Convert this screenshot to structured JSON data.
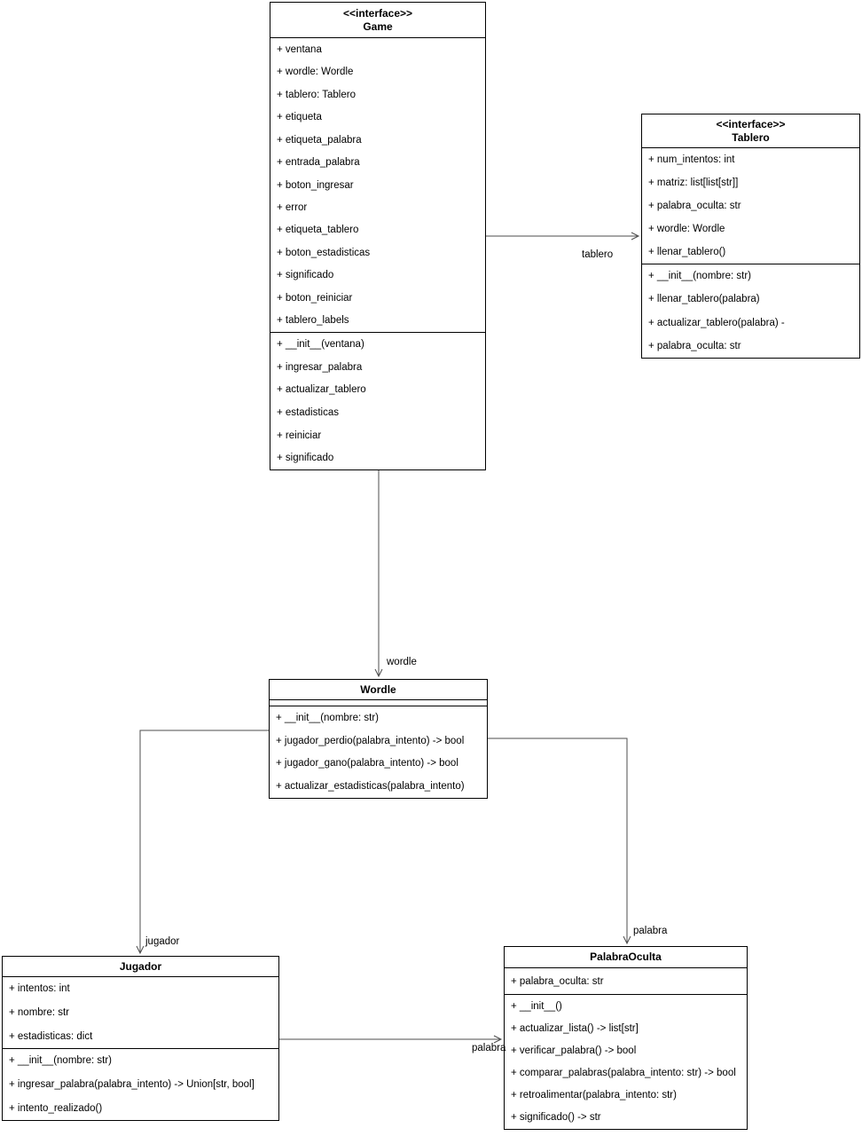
{
  "diagram_type": "uml-class-diagram",
  "classes": {
    "game": {
      "stereotype": "<<interface>>",
      "name": "Game",
      "attributes": [
        "+ ventana",
        "+ wordle: Wordle",
        "+ tablero: Tablero",
        "+ etiqueta",
        "+ etiqueta_palabra",
        "+ entrada_palabra",
        "+ boton_ingresar",
        "+ error",
        "+ etiqueta_tablero",
        "+ boton_estadisticas",
        "+ significado",
        "+ boton_reiniciar",
        "+ tablero_labels"
      ],
      "methods": [
        "+ __init__(ventana)",
        "+ ingresar_palabra",
        "+ actualizar_tablero",
        "+ estadisticas",
        "+ reiniciar",
        "+ significado"
      ]
    },
    "tablero": {
      "stereotype": "<<interface>>",
      "name": "Tablero",
      "attributes": [
        "+ num_intentos: int",
        "+ matriz: list[list[str]]",
        "+ palabra_oculta: str",
        "+ wordle: Wordle",
        "+ llenar_tablero()"
      ],
      "methods": [
        "+ __init__(nombre: str)",
        "+ llenar_tablero(palabra)",
        "+ actualizar_tablero(palabra) -",
        "+ palabra_oculta: str"
      ]
    },
    "wordle": {
      "name": "Wordle",
      "methods": [
        "+ __init__(nombre: str)",
        "+ jugador_perdio(palabra_intento) -> bool",
        "+ jugador_gano(palabra_intento) -> bool",
        "+ actualizar_estadisticas(palabra_intento)"
      ]
    },
    "jugador": {
      "name": "Jugador",
      "attributes": [
        "+ intentos: int",
        "+ nombre: str",
        "+ estadisticas: dict"
      ],
      "methods": [
        "+ __init__(nombre: str)",
        "+ ingresar_palabra(palabra_intento) -> Union[str, bool]",
        "+ intento_realizado()"
      ]
    },
    "palabraOculta": {
      "name": "PalabraOculta",
      "attributes": [
        "+ palabra_oculta: str"
      ],
      "methods": [
        "+ __init__()",
        "+ actualizar_lista() -> list[str]",
        "+ verificar_palabra() -> bool",
        "+ comparar_palabras(palabra_intento: str) -> bool",
        "+ retroalimentar(palabra_intento: str)",
        "+ significado() -> str"
      ]
    }
  },
  "connectors": {
    "game_to_tablero": {
      "label": "tablero"
    },
    "game_to_wordle": {
      "label": "wordle"
    },
    "wordle_to_jugador": {
      "label": "jugador"
    },
    "wordle_to_palabra": {
      "label": "palabra"
    },
    "jugador_to_palabra": {
      "label": "palabra"
    }
  },
  "colors": {
    "box_fill": "#ffffff",
    "box_border": "#000000",
    "line": "#4d4d4d",
    "text": "#000000",
    "background": "#ffffff"
  }
}
